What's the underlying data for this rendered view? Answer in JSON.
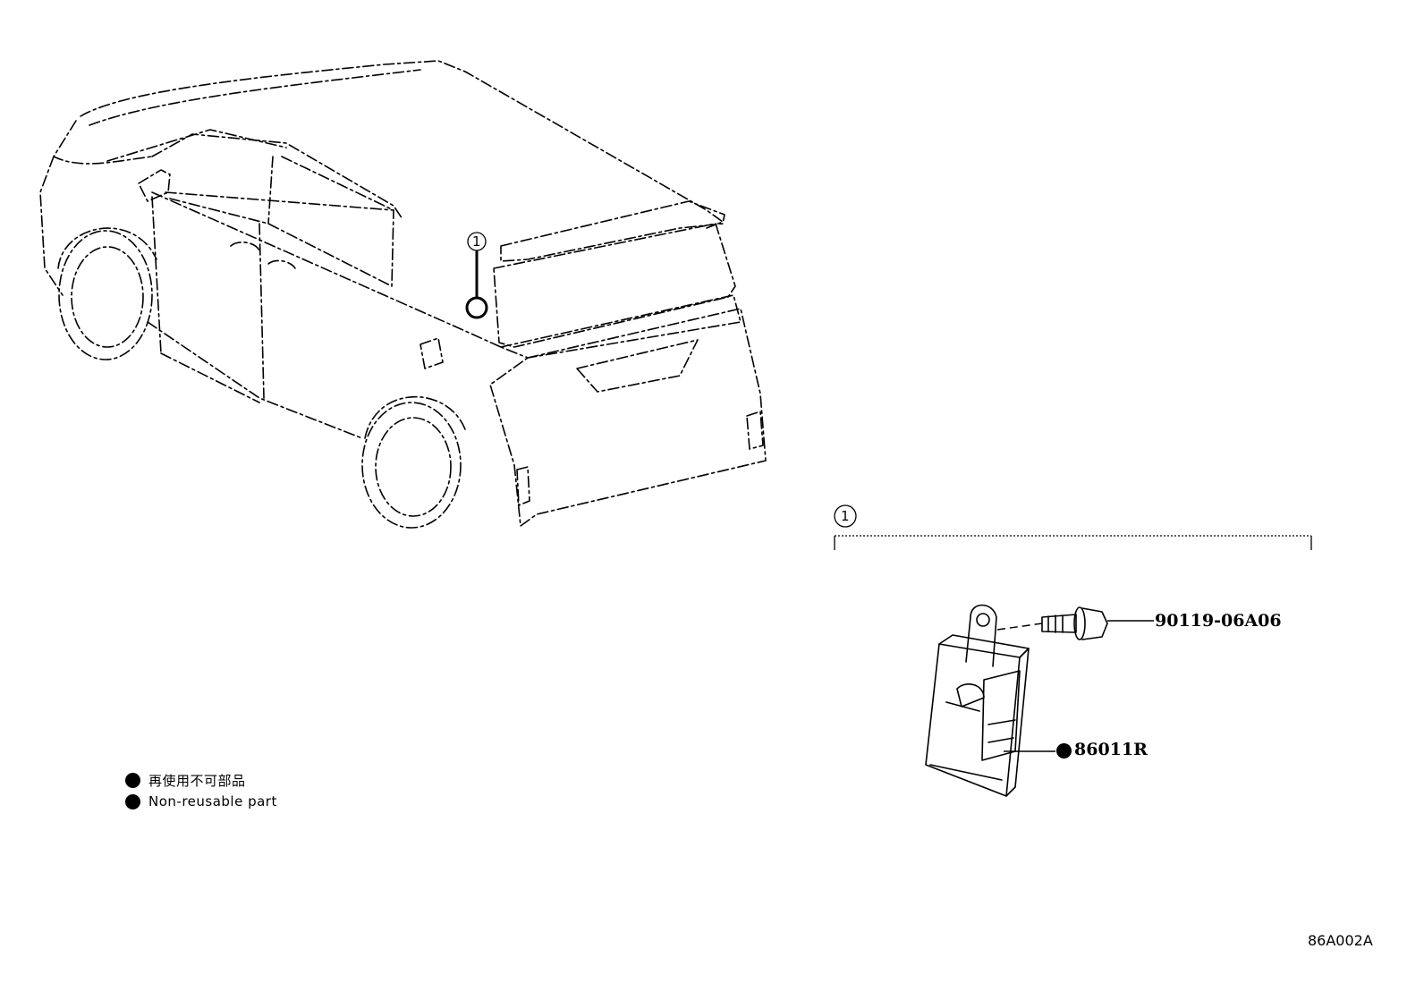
{
  "callout": {
    "ref_number": "1"
  },
  "parts": [
    {
      "number": "90119-06A06",
      "non_reusable": false
    },
    {
      "number": "86011R",
      "non_reusable": true
    }
  ],
  "legend": {
    "items": [
      {
        "text": "再使用不可部品"
      },
      {
        "text": "Non-reusable part"
      }
    ]
  },
  "diagram_code": "86A002A"
}
